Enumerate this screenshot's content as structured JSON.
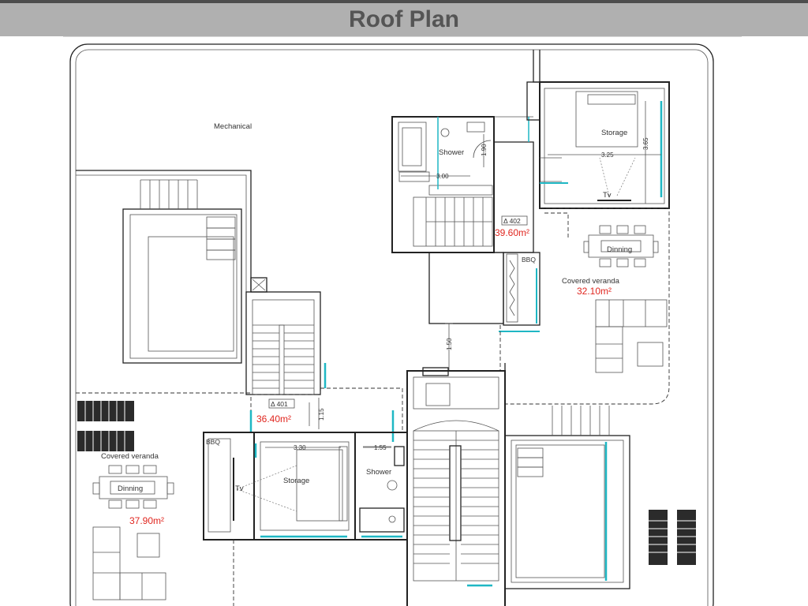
{
  "title": "Roof Plan",
  "rooms": {
    "mechanical": "Mechanical",
    "shower_top": "Shower",
    "storage_top": "Storage",
    "dinning_right": "Dinning",
    "covered_veranda_right": "Covered veranda",
    "covered_veranda_left": "Covered veranda",
    "dinning_left": "Dinning",
    "storage_bottom": "Storage",
    "shower_bottom": "Shower",
    "tv_top": "Tv",
    "tv_bottom": "Tv",
    "bbq_mid": "BBQ",
    "bbq_left": "BBQ"
  },
  "areas": {
    "unit_402_area": "39.60m²",
    "unit_401_area": "36.40m²",
    "veranda_right_area": "32.10m²",
    "veranda_left_area": "37.90m²"
  },
  "unit_tags": {
    "unit_402": "Δ 402",
    "unit_401": "Δ 401"
  },
  "dimensions": {
    "d_300": "3.00",
    "d_190": "1.90",
    "d_325": "3.25",
    "d_365": "3.65",
    "d_150": "1.50",
    "d_115": "1.15",
    "d_330": "3.30",
    "d_155": "1.55"
  }
}
